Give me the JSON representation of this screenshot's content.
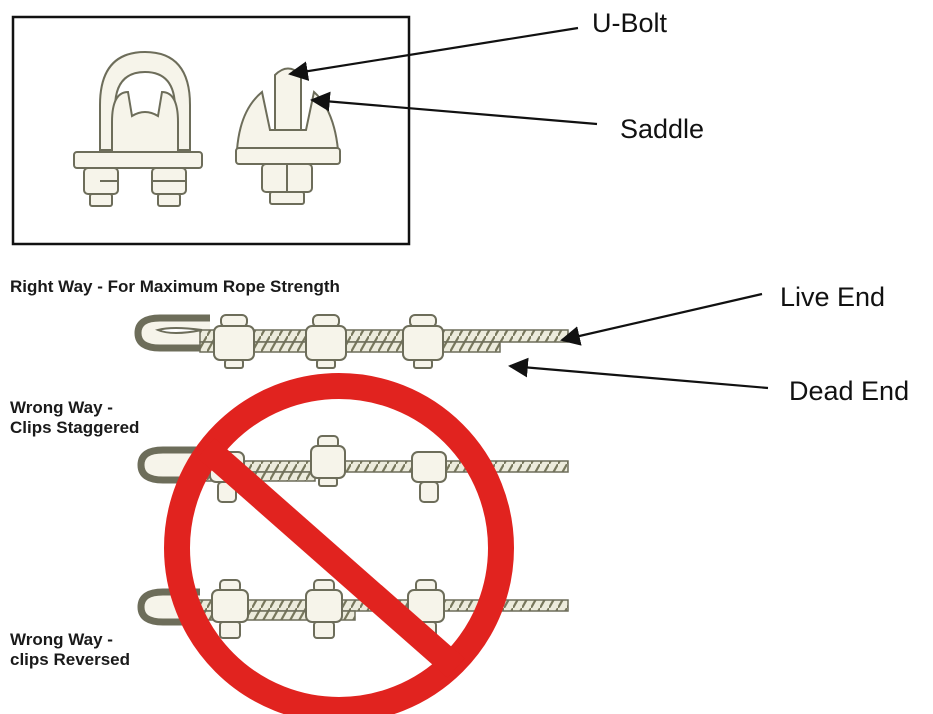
{
  "labels": {
    "u_bolt": "U-Bolt",
    "saddle": "Saddle",
    "live_end": "Live End",
    "dead_end": "Dead End"
  },
  "captions": {
    "right_way": "Right Way - For Maximum Rope Strength",
    "wrong_staggered_line1": "Wrong Way -",
    "wrong_staggered_line2": "Clips Staggered",
    "wrong_reversed_line1": "Wrong Way -",
    "wrong_reversed_line2": "clips Reversed"
  },
  "colors": {
    "hardware_line": "#6d6d5a",
    "hardware_fill": "#f3f1e6",
    "rope_shade": "#8a8a6c",
    "no_symbol": "#e1231f",
    "frame": "#111111",
    "arrow": "#111111"
  },
  "icons": {
    "prohibition": "no-symbol-icon",
    "clip": "wire-rope-clip-icon"
  }
}
